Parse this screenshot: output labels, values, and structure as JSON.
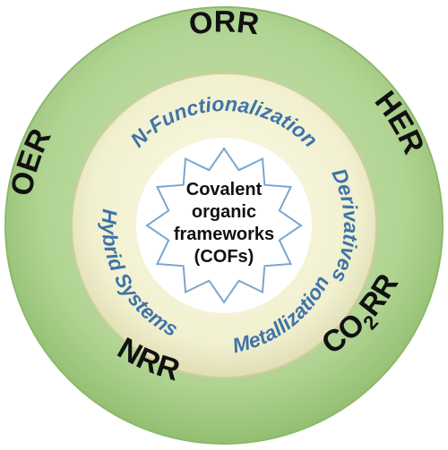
{
  "outer_ring": {
    "labels": {
      "orr": "ORR",
      "her": "HER",
      "oer": "OER",
      "nrr": "NRR",
      "co2rr_main": "CO",
      "co2rr_sub": "2",
      "co2rr_tail": "RR"
    }
  },
  "inner_ring": {
    "labels": {
      "n_functionalization": "N-Functionalization",
      "derivatives": "Derivatives",
      "hybrid_systems": "Hybrid Systems",
      "metallization": "Metallization"
    }
  },
  "center": {
    "lines": [
      "Covalent",
      "organic",
      "frameworks",
      "(COFs)"
    ]
  },
  "colors": {
    "outer_ring": "#a9cf8a",
    "inner_ring": "#f3f2d3",
    "center": "#ffffff",
    "outer_text": "#111111",
    "inner_text": "#3f74a8",
    "star_stroke": "#7aa6cf"
  }
}
